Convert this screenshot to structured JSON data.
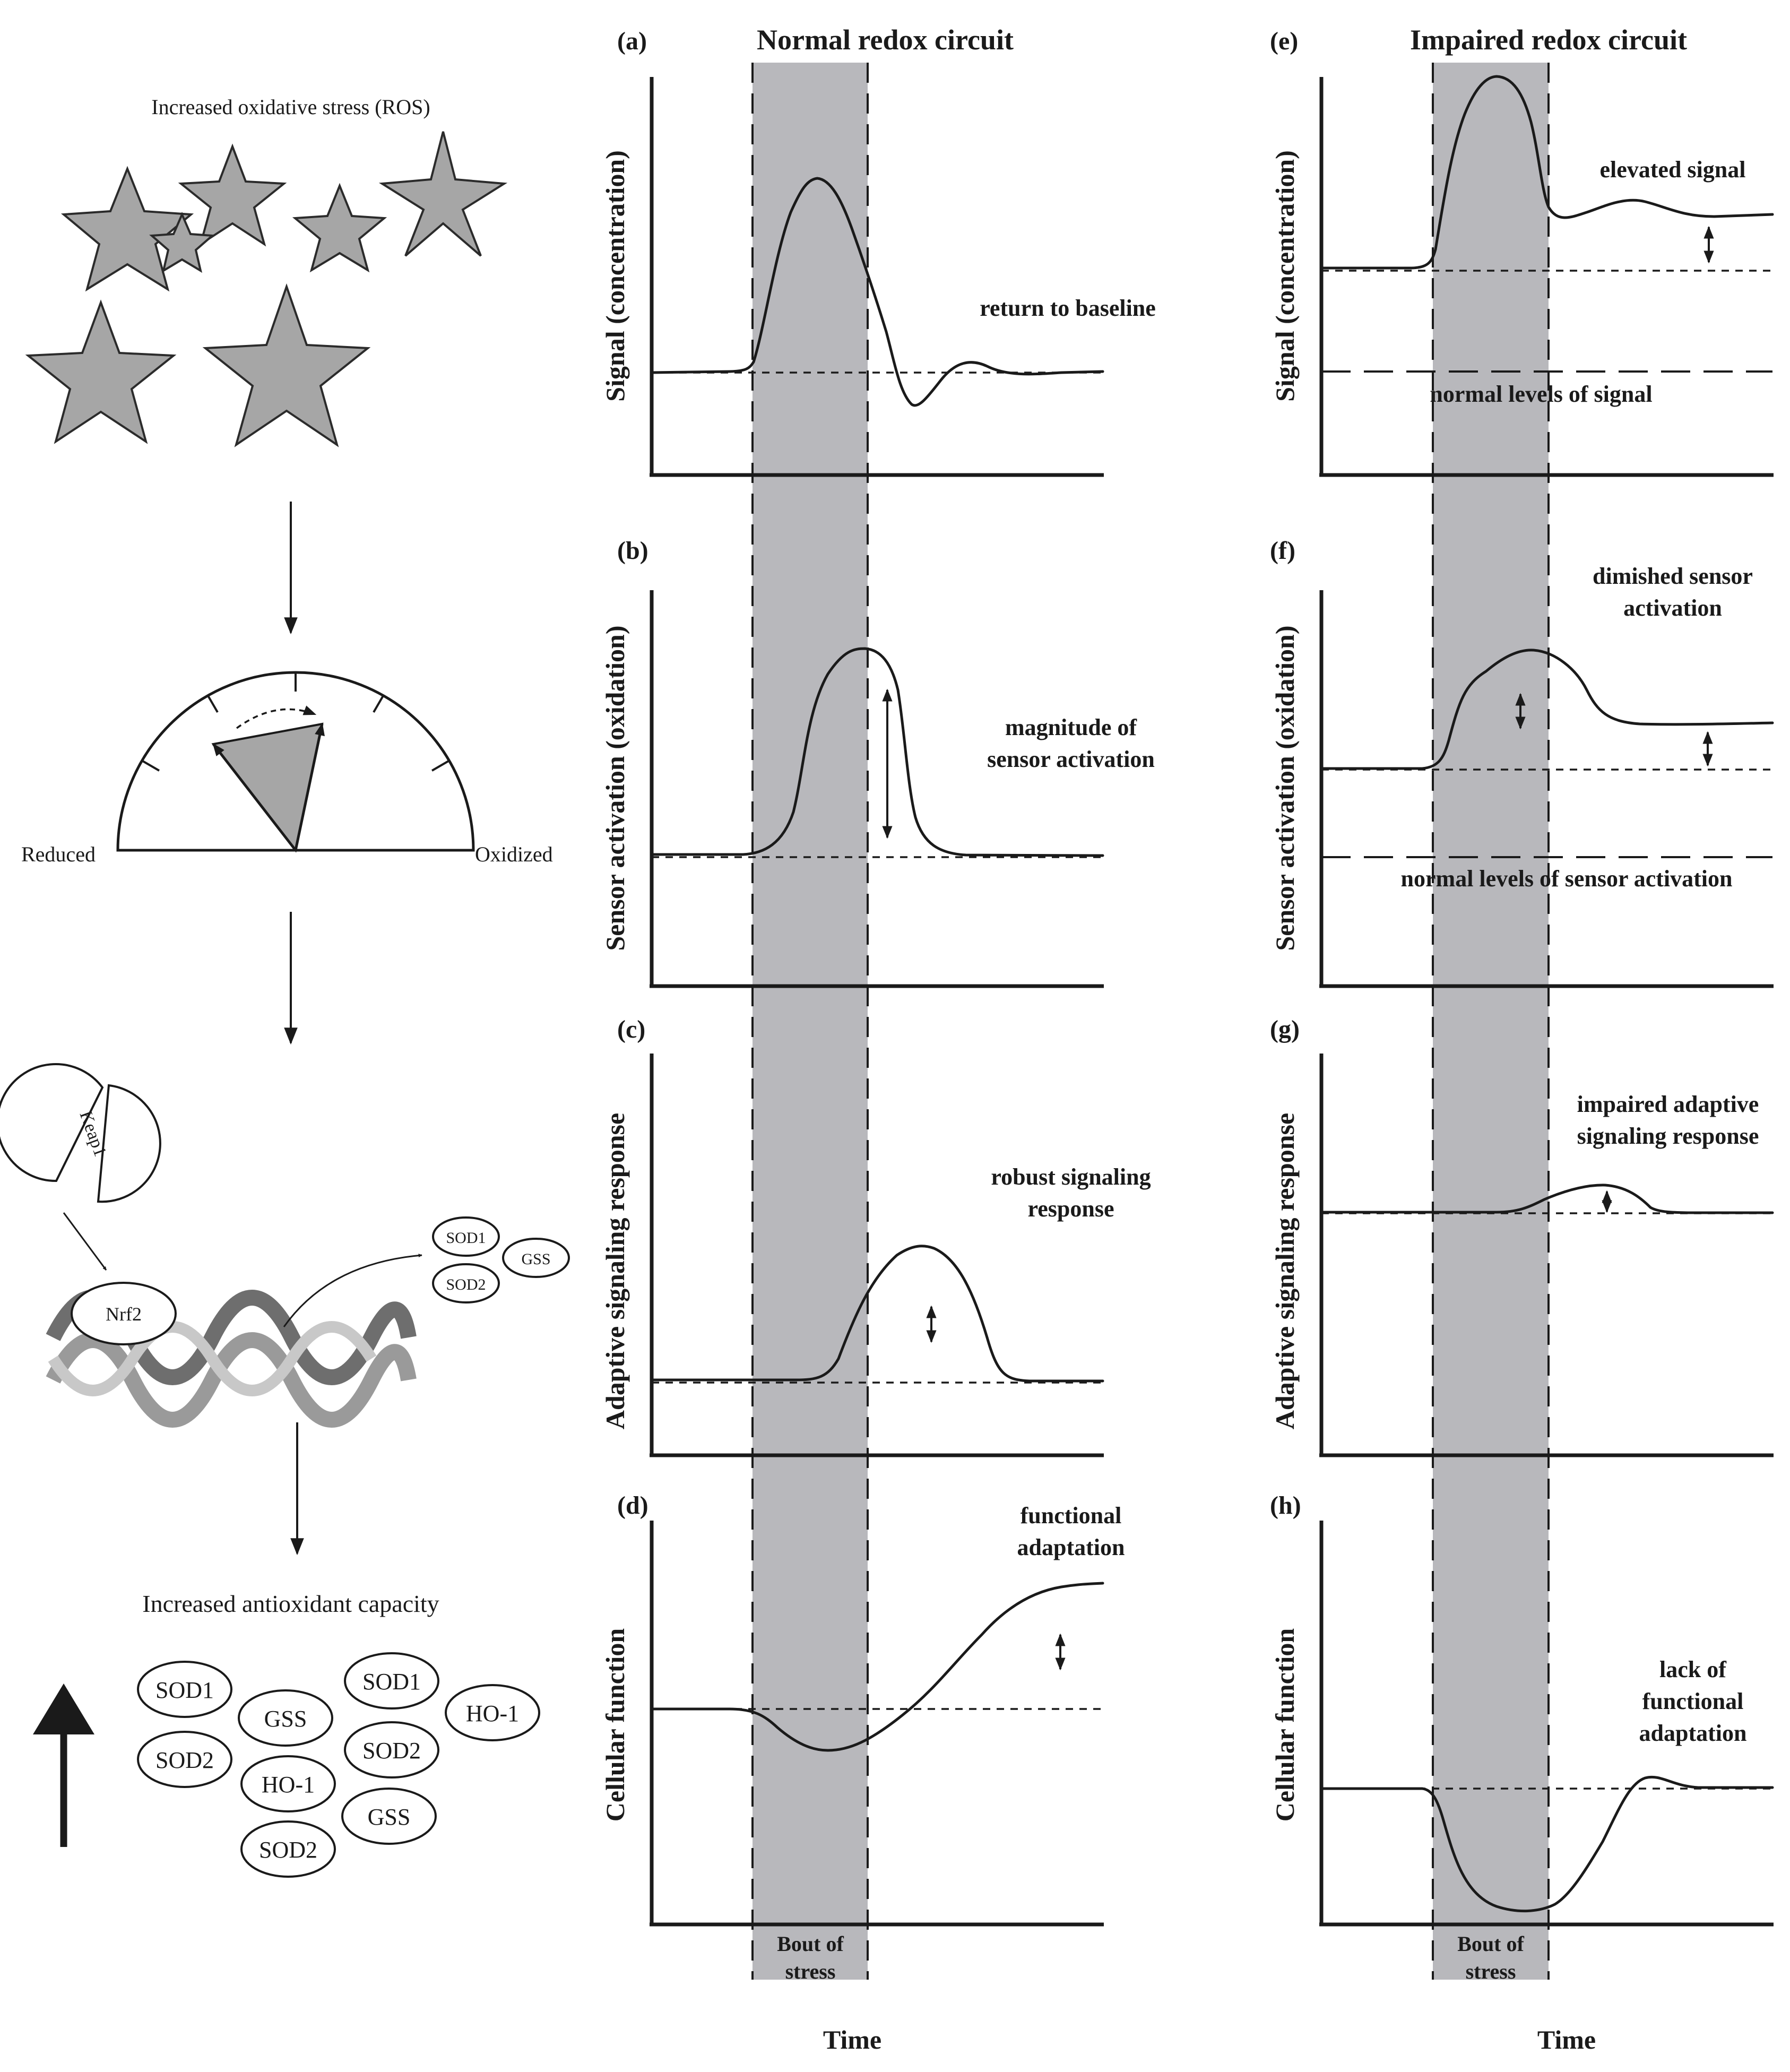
{
  "left": {
    "ros_title": "Increased oxidative stress (ROS)",
    "gauge_left": "Reduced",
    "gauge_right": "Oxidized",
    "keap1": "Keap1",
    "nrf2": "Nrf2",
    "small_bubbles": [
      "SOD1",
      "GSS",
      "SOD2"
    ],
    "antioxidant_title": "Increased antioxidant capacity",
    "big_bubbles": [
      "SOD1",
      "GSS",
      "SOD1",
      "HO-1",
      "SOD2",
      "SOD2",
      "HO-1",
      "GSS",
      "SOD2"
    ]
  },
  "columns": [
    {
      "title": "Normal redox circuit",
      "xlabel": "Time",
      "stress_label": [
        "Bout of",
        "stress"
      ]
    },
    {
      "title": "Impaired redox circuit",
      "xlabel": "Time",
      "stress_label": [
        "Bout of",
        "stress"
      ]
    }
  ],
  "panels": [
    {
      "letter": "(a)",
      "ylabel": "Signal (concentration)",
      "notes": [
        "return to baseline"
      ]
    },
    {
      "letter": "(b)",
      "ylabel": "Sensor activation (oxidation)",
      "notes": [
        "magnitude of",
        "sensor activation"
      ]
    },
    {
      "letter": "(c)",
      "ylabel": "Adaptive signaling response",
      "notes": [
        "robust signaling",
        "response"
      ]
    },
    {
      "letter": "(d)",
      "ylabel": "Cellular function",
      "notes": [
        "functional",
        "adaptation"
      ]
    },
    {
      "letter": "(e)",
      "ylabel": "Signal (concentration)",
      "notes": [
        "elevated signal"
      ],
      "normal_label": "normal levels of signal"
    },
    {
      "letter": "(f)",
      "ylabel": "Sensor activation (oxidation)",
      "notes": [
        "dimished sensor",
        "activation"
      ],
      "normal_label": "normal levels of sensor activation"
    },
    {
      "letter": "(g)",
      "ylabel": "Adaptive signaling response",
      "notes": [
        "impaired adaptive",
        "signaling response"
      ]
    },
    {
      "letter": "(h)",
      "ylabel": "Cellular function",
      "notes": [
        "lack of",
        "functional",
        "adaptation"
      ]
    }
  ]
}
